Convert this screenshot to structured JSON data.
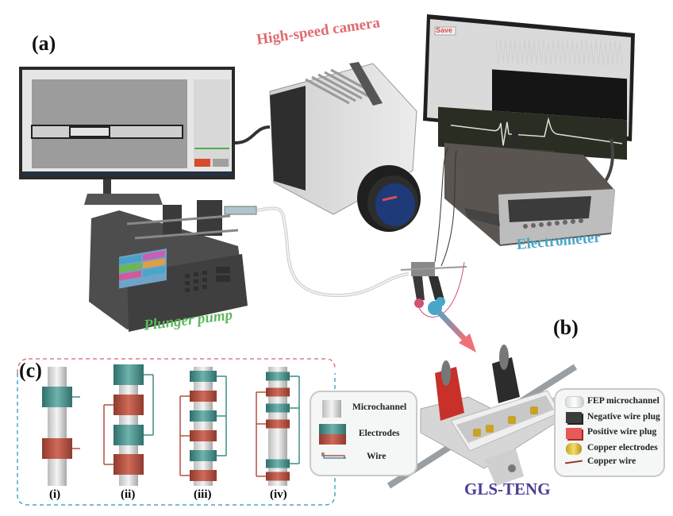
{
  "figure": {
    "panels": {
      "a": "(a)",
      "b": "(b)",
      "c": "(c)"
    },
    "device_labels": {
      "camera": "High-speed camera",
      "electrometer": "Electrometer",
      "pump": "Plunger pump",
      "teng": "GLS-TENG"
    },
    "label_colors": {
      "camera": "#e06a6e",
      "electrometer": "#4aa6c8",
      "pump": "#5cb85c",
      "teng": "#4b3c94"
    },
    "electrometer_monitor": {
      "save_button": "Save"
    },
    "configurations": [
      {
        "label": "(i)",
        "electrodes": [
          "teal",
          "red"
        ]
      },
      {
        "label": "(ii)",
        "electrodes": [
          "teal",
          "red",
          "teal",
          "red"
        ]
      },
      {
        "label": "(iii)",
        "electrodes": [
          "teal",
          "red",
          "teal",
          "red",
          "teal",
          "red"
        ]
      },
      {
        "label": "(iv)",
        "electrodes": [
          "teal",
          "red",
          "teal",
          "red",
          "teal",
          "red"
        ]
      }
    ],
    "legend_c": [
      {
        "icon": "microchannel-icon",
        "label": "Microchannel"
      },
      {
        "icon": "electrodes-icon",
        "label": "Electrodes"
      },
      {
        "icon": "wire-icon",
        "label": "Wire"
      }
    ],
    "legend_b": [
      {
        "icon": "fep-microchannel-icon",
        "label": "FEP microchannel"
      },
      {
        "icon": "negative-plug-icon",
        "label": "Negative wire plug"
      },
      {
        "icon": "positive-plug-icon",
        "label": "Positive wire plug"
      },
      {
        "icon": "copper-electrode-icon",
        "label": "Copper electrodes"
      },
      {
        "icon": "copper-wire-icon",
        "label": "Copper wire"
      }
    ],
    "colors": {
      "electrode_teal": "#3f8b87",
      "electrode_red": "#b4503f",
      "dash_top": "#e07a82",
      "dash_bottom": "#4aa6c8"
    }
  }
}
